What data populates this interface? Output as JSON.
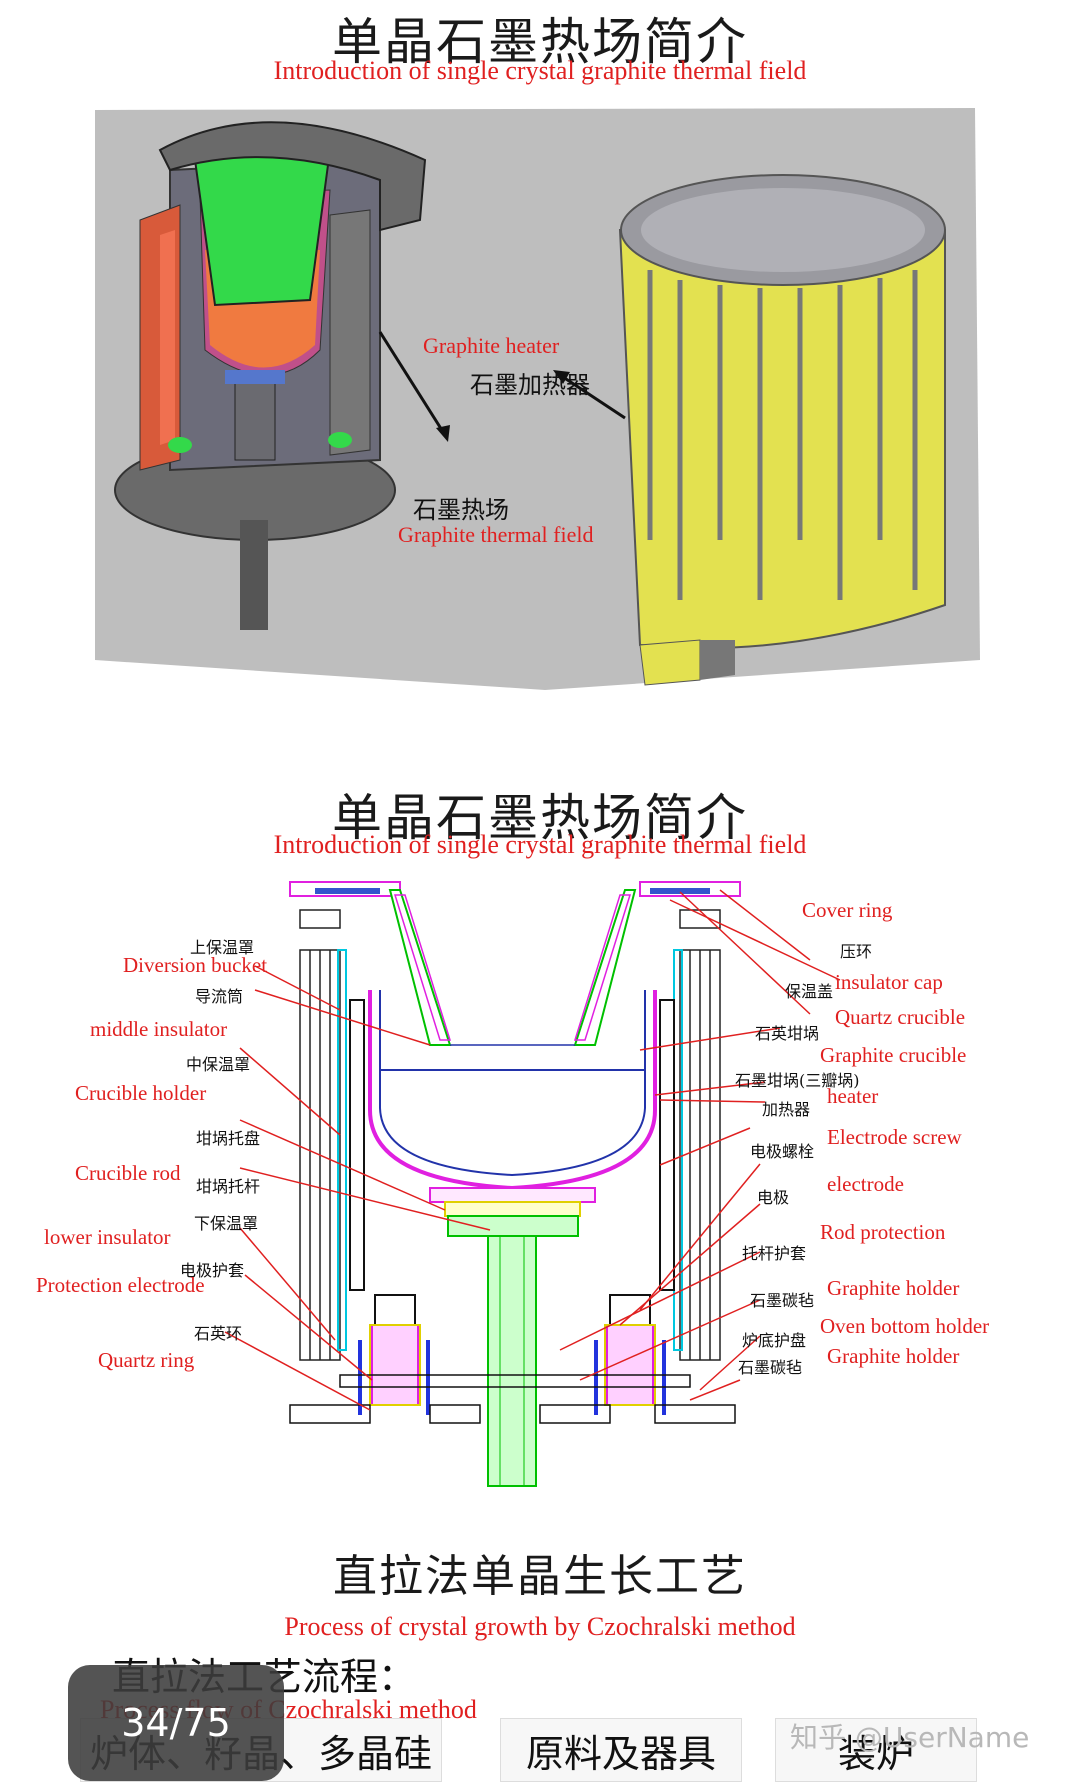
{
  "slide1": {
    "title_zh": "单晶石墨热场简介",
    "title_en": "Introduction of single crystal graphite thermal field",
    "labels": {
      "heater_en": "Graphite heater",
      "heater_zh": "石墨加热器",
      "field_zh": "石墨热场",
      "field_en": "Graphite thermal field"
    }
  },
  "slide2": {
    "title_zh": "单晶石墨热场简介",
    "title_en": "Introduction of single crystal graphite thermal field",
    "left_labels": [
      {
        "zh": "上保温罩",
        "en": "Diversion bucket"
      },
      {
        "zh": "导流筒",
        "en": "middle insulator"
      },
      {
        "zh": "中保温罩",
        "en": "Crucible holder"
      },
      {
        "zh": "坩埚托盘",
        "en": "Crucible rod"
      },
      {
        "zh": "坩埚托杆",
        "en": ""
      },
      {
        "zh": "下保温罩",
        "en": "lower insulator"
      },
      {
        "zh": "电极护套",
        "en": "Protection electrode"
      },
      {
        "zh": "石英环",
        "en": "Quartz ring"
      }
    ],
    "right_labels": [
      {
        "zh": "",
        "en": "Cover ring"
      },
      {
        "zh": "压环",
        "en": ""
      },
      {
        "zh": "保温盖",
        "en": "insulator cap"
      },
      {
        "zh": "石英坩埚",
        "en": "Quartz crucible"
      },
      {
        "zh": "石墨坩埚(三瓣埚)",
        "en": "Graphite crucible"
      },
      {
        "zh": "加热器",
        "en": "heater"
      },
      {
        "zh": "电极螺栓",
        "en": "Electrode screw"
      },
      {
        "zh": "电极",
        "en": "electrode"
      },
      {
        "zh": "托杆护套",
        "en": "Rod protection"
      },
      {
        "zh": "石墨碳毡",
        "en": "Graphite holder"
      },
      {
        "zh": "炉底护盘",
        "en": "Oven bottom holder"
      },
      {
        "zh": "石墨碳毡",
        "en": "Graphite holder"
      }
    ]
  },
  "slide3": {
    "title_zh": "直拉法单晶生长工艺",
    "title_en": "Process of crystal growth by Czochralski method",
    "subtitle_zh": "直拉法工艺流程：",
    "subtitle_en": "Process flow of Czochralski method",
    "box1": "炉体、籽晶、多晶硅",
    "box2": "原料及器具",
    "box3": "装炉"
  },
  "overlay": {
    "page_indicator": "34/75",
    "watermark": "知乎 @UserName"
  }
}
